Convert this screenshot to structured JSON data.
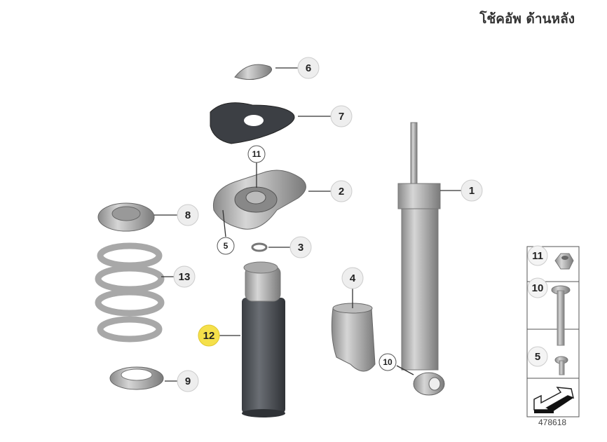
{
  "title": "โช้คอัพ ด้านหลัง",
  "diagram_number": "478618",
  "highlight_color": "#f5e04a",
  "callouts": [
    {
      "id": "c6",
      "label": "6",
      "part": "cap"
    },
    {
      "id": "c7",
      "label": "7",
      "part": "gasket"
    },
    {
      "id": "c11",
      "label": "11",
      "part": "nut"
    },
    {
      "id": "c2",
      "label": "2",
      "part": "support-bearing"
    },
    {
      "id": "c1",
      "label": "1",
      "part": "shock-absorber"
    },
    {
      "id": "c8",
      "label": "8",
      "part": "upper-spring-pad"
    },
    {
      "id": "c5",
      "label": "5",
      "part": "bolt"
    },
    {
      "id": "c3",
      "label": "3",
      "part": "washer"
    },
    {
      "id": "c13",
      "label": "13",
      "part": "coil-spring"
    },
    {
      "id": "c4",
      "label": "4",
      "part": "protective-sleeve"
    },
    {
      "id": "c12",
      "label": "12",
      "part": "bump-stop",
      "highlighted": true
    },
    {
      "id": "c10",
      "label": "10",
      "part": "hex-bolt"
    },
    {
      "id": "c9",
      "label": "9",
      "part": "lower-spring-pad"
    }
  ],
  "fastener_table": [
    {
      "label": "11",
      "part": "nut"
    },
    {
      "label": "10",
      "part": "hex-bolt"
    },
    {
      "label": "5",
      "part": "bolt"
    }
  ]
}
